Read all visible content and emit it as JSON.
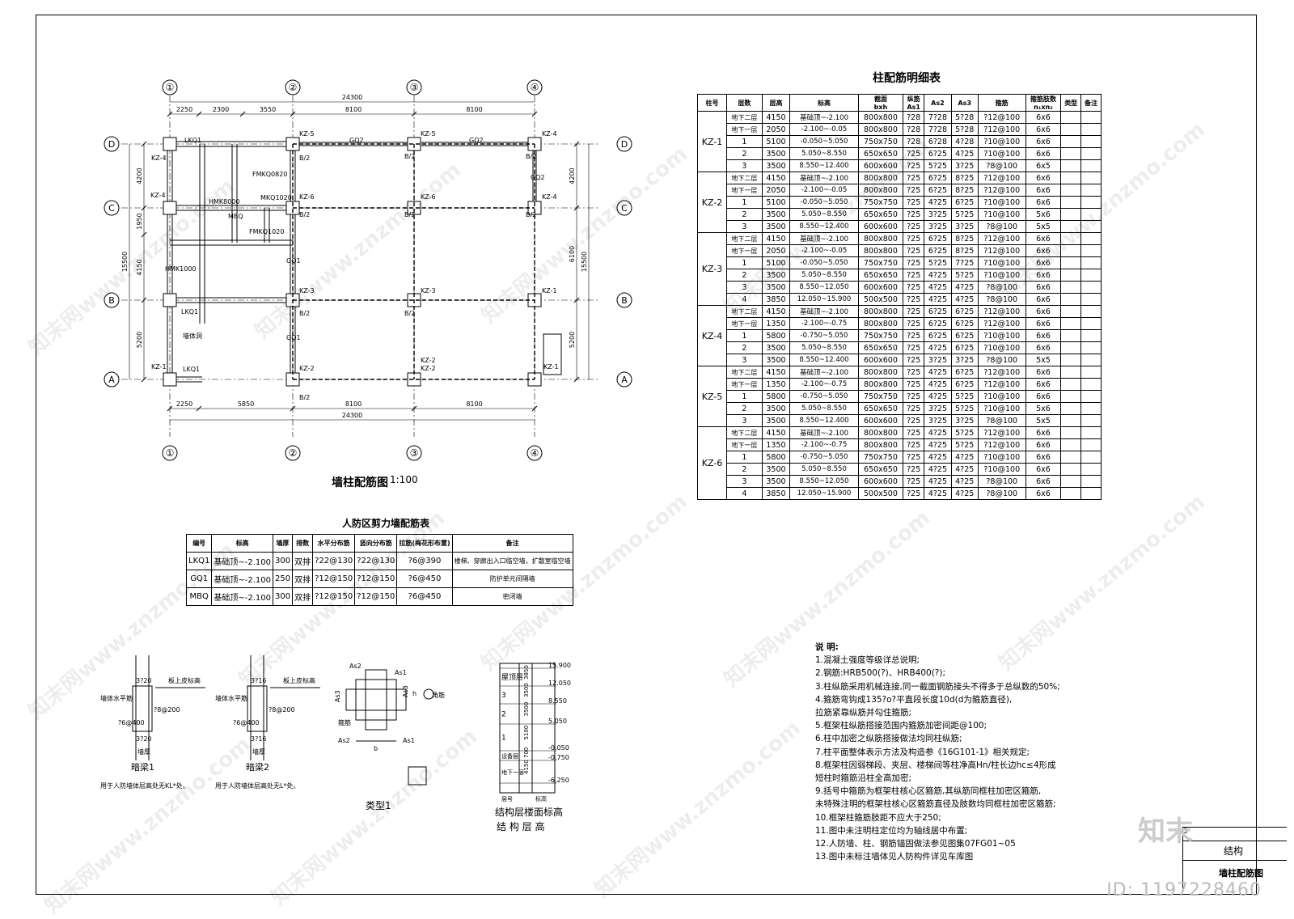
{
  "plan": {
    "title": "墙柱配筋图",
    "scale": "1:100",
    "axes_x": [
      "①",
      "②",
      "③",
      "④"
    ],
    "axes_y": [
      "D",
      "C",
      "B",
      "A"
    ],
    "dim_top_total": "24300",
    "dim_top": [
      "2250",
      "2300",
      "3550",
      "8100",
      "8100"
    ],
    "dim_bottom_total": "24300",
    "dim_bottom": [
      "2250",
      "5850",
      "8100",
      "8100"
    ],
    "dim_left_total": "15500",
    "dim_left": [
      "4200",
      "1950",
      "4150",
      "5200"
    ],
    "dim_right_total": "15500",
    "dim_right": [
      "4200",
      "6100",
      "5200"
    ],
    "labels": [
      "KZ-5",
      "KZ-4",
      "KZ-6",
      "KZ-4",
      "KZ-3",
      "KZ-1",
      "KZ-2",
      "KZ-2",
      "KZ-1",
      "GQ2",
      "GQ2",
      "GQ1",
      "GQ1",
      "GQ2",
      "LKQ1",
      "LKQ1",
      "LKQ1",
      "MBQ",
      "HMK1000",
      "HMK8000",
      "MKQ1020",
      "FMKQ0820",
      "FMKQ1020",
      "KZ-4",
      "KZ-4",
      "KZ-1",
      "KZ-5",
      "KZ-6",
      "KZ-3",
      "KZ-2",
      "B/2",
      "B/2",
      "B/2",
      "B/2",
      "B/2",
      "B/2",
      "B/2",
      "B/2",
      "B/2",
      "墙体洞"
    ]
  },
  "column_table": {
    "title": "柱配筋明细表",
    "headers": [
      "柱号",
      "层数",
      "层高",
      "标高",
      "截面\nbxh",
      "纵筋\nAs1",
      "As2",
      "As3",
      "箍筋",
      "箍筋肢数\nn₁xn₂",
      "类型",
      "备注"
    ],
    "groups": [
      {
        "name": "KZ-1",
        "rows": [
          [
            "地下二层",
            "4150",
            "基础顶~-2.100",
            "800x800",
            "?28",
            "7?28",
            "5?28",
            "?12@100",
            "6x6"
          ],
          [
            "地下一层",
            "2050",
            "-2.100~-0.05",
            "800x800",
            "?28",
            "7?28",
            "5?28",
            "?12@100",
            "6x6"
          ],
          [
            "1",
            "5100",
            "-0.050~5.050",
            "750x750",
            "?28",
            "6?28",
            "4?28",
            "?10@100",
            "6x6"
          ],
          [
            "2",
            "3500",
            "5.050~8.550",
            "650x650",
            "?25",
            "6?25",
            "4?25",
            "?10@100",
            "6x6"
          ],
          [
            "3",
            "3500",
            "8.550~12.400",
            "600x600",
            "?25",
            "5?25",
            "3?25",
            "?8@100",
            "6x5"
          ]
        ]
      },
      {
        "name": "KZ-2",
        "rows": [
          [
            "地下二层",
            "4150",
            "基础顶~-2.100",
            "800x800",
            "?25",
            "6?25",
            "8?25",
            "?12@100",
            "6x6"
          ],
          [
            "地下一层",
            "2050",
            "-2.100~-0.05",
            "800x800",
            "?25",
            "6?25",
            "8?25",
            "?12@100",
            "6x6"
          ],
          [
            "1",
            "5100",
            "-0.050~5.050",
            "750x750",
            "?25",
            "4?25",
            "6?25",
            "?10@100",
            "6x6"
          ],
          [
            "2",
            "3500",
            "5.050~8.550",
            "650x650",
            "?25",
            "3?25",
            "5?25",
            "?10@100",
            "5x6"
          ],
          [
            "3",
            "3500",
            "8.550~12.400",
            "600x600",
            "?25",
            "3?25",
            "3?25",
            "?8@100",
            "5x5"
          ]
        ]
      },
      {
        "name": "KZ-3",
        "rows": [
          [
            "地下二层",
            "4150",
            "基础顶~-2.100",
            "800x800",
            "?25",
            "6?25",
            "8?25",
            "?12@100",
            "6x6"
          ],
          [
            "地下一层",
            "2050",
            "-2.100~-0.05",
            "800x800",
            "?25",
            "6?25",
            "8?25",
            "?12@100",
            "6x6"
          ],
          [
            "1",
            "5100",
            "-0.050~5.050",
            "750x750",
            "?25",
            "5?25",
            "7?25",
            "?10@100",
            "6x6"
          ],
          [
            "2",
            "3500",
            "5.050~8.550",
            "650x650",
            "?25",
            "4?25",
            "5?25",
            "?10@100",
            "6x6"
          ],
          [
            "3",
            "3500",
            "8.550~12.050",
            "600x600",
            "?25",
            "4?25",
            "4?25",
            "?8@100",
            "6x6"
          ],
          [
            "4",
            "3850",
            "12.050~15.900",
            "500x500",
            "?25",
            "4?25",
            "4?25",
            "?8@100",
            "6x6"
          ]
        ]
      },
      {
        "name": "KZ-4",
        "rows": [
          [
            "地下二层",
            "4150",
            "基础顶~-2.100",
            "800x800",
            "?25",
            "6?25",
            "6?25",
            "?12@100",
            "6x6"
          ],
          [
            "地下一层",
            "1350",
            "-2.100~-0.75",
            "800x800",
            "?25",
            "6?25",
            "6?25",
            "?12@100",
            "6x6"
          ],
          [
            "1",
            "5800",
            "-0.750~5.050",
            "750x750",
            "?25",
            "6?25",
            "6?25",
            "?10@100",
            "6x6"
          ],
          [
            "2",
            "3500",
            "5.050~8.550",
            "650x650",
            "?25",
            "4?25",
            "6?25",
            "?10@100",
            "6x6"
          ],
          [
            "3",
            "3500",
            "8.550~12.400",
            "600x600",
            "?25",
            "3?25",
            "3?25",
            "?8@100",
            "5x5"
          ]
        ]
      },
      {
        "name": "KZ-5",
        "rows": [
          [
            "地下二层",
            "4150",
            "基础顶~-2.100",
            "800x800",
            "?25",
            "4?25",
            "6?25",
            "?12@100",
            "6x6"
          ],
          [
            "地下一层",
            "1350",
            "-2.100~-0.75",
            "800x800",
            "?25",
            "4?25",
            "6?25",
            "?12@100",
            "6x6"
          ],
          [
            "1",
            "5800",
            "-0.750~5.050",
            "750x750",
            "?25",
            "4?25",
            "5?25",
            "?10@100",
            "6x6"
          ],
          [
            "2",
            "3500",
            "5.050~8.550",
            "650x650",
            "?25",
            "3?25",
            "5?25",
            "?10@100",
            "5x6"
          ],
          [
            "3",
            "3500",
            "8.550~12.400",
            "600x600",
            "?25",
            "3?25",
            "3?25",
            "?8@100",
            "5x5"
          ]
        ]
      },
      {
        "name": "KZ-6",
        "rows": [
          [
            "地下二层",
            "4150",
            "基础顶~-2.100",
            "800x800",
            "?25",
            "4?25",
            "5?25",
            "?12@100",
            "6x6"
          ],
          [
            "地下一层",
            "1350",
            "-2.100~-0.75",
            "800x800",
            "?25",
            "4?25",
            "5?25",
            "?12@100",
            "6x6"
          ],
          [
            "1",
            "5800",
            "-0.750~5.050",
            "750x750",
            "?25",
            "4?25",
            "4?25",
            "?10@100",
            "6x6"
          ],
          [
            "2",
            "3500",
            "5.050~8.550",
            "650x650",
            "?25",
            "4?25",
            "4?25",
            "?10@100",
            "6x6"
          ],
          [
            "3",
            "3500",
            "8.550~12.050",
            "600x600",
            "?25",
            "4?25",
            "4?25",
            "?8@100",
            "6x6"
          ],
          [
            "4",
            "3850",
            "12.050~15.900",
            "500x500",
            "?25",
            "4?25",
            "4?25",
            "?8@100",
            "6x6"
          ]
        ]
      }
    ]
  },
  "wall_table": {
    "title": "人防区剪力墙配筋表",
    "headers": [
      "编号",
      "标高",
      "墙厚",
      "排数",
      "水平分布筋",
      "竖向分布筋",
      "拉筋(梅花形布置)",
      "备注"
    ],
    "rows": [
      [
        "LKQ1",
        "基础顶~-2.100",
        "300",
        "双排",
        "?22@130",
        "?22@130",
        "?6@390",
        "楼梯、穿廊出入口临空墙，扩散室临空墙"
      ],
      [
        "GQ1",
        "基础顶~-2.100",
        "250",
        "双排",
        "?12@150",
        "?12@150",
        "?6@450",
        "防护单元间隔墙"
      ],
      [
        "MBQ",
        "基础顶~-2.100",
        "300",
        "双排",
        "?12@150",
        "?12@150",
        "?6@450",
        "密闭墙"
      ]
    ]
  },
  "details": {
    "beam1": {
      "label": "暗梁1",
      "note": "用于人防墙体层高处无KL*处。",
      "top": "3?20",
      "bottom": "3?20",
      "stirrup": "?8@200",
      "spacing": "?6@400",
      "right": "板上皮标高",
      "left": "墙体水平筋",
      "wall": "墙厚"
    },
    "beam2": {
      "label": "暗梁2",
      "note": "用于人防墙体层高处无L*处。",
      "top": "3?16",
      "bottom": "3?16",
      "stirrup": "?8@200",
      "spacing": "?6@400",
      "right": "板上皮标高",
      "left": "墙体水平筋",
      "wall": "墙厚"
    },
    "type1": {
      "label": "类型1",
      "as1": "As1",
      "as2": "As2",
      "as3": "As3",
      "stirrup": "箍筋",
      "corner": "角筋",
      "h": "h",
      "b": "b"
    },
    "levels": {
      "title1": "结构层楼面标高",
      "title2": "结 构 层 高",
      "elevations": [
        "15.900",
        "12.050",
        "8.550",
        "5.050",
        "-0.050",
        "-0.750",
        "-6.250"
      ],
      "floors": [
        "屋顶层",
        "3",
        "2",
        "1",
        "设备层",
        "地下一层"
      ],
      "heights": [
        "3850",
        "3500",
        "3500",
        "5100",
        "700",
        "4150"
      ],
      "col_floor": "层号",
      "col_elev": "标高"
    }
  },
  "notes": {
    "title": "说 明:",
    "items": [
      "1.混凝土强度等级详总说明;",
      "2.钢筋:HRB500(?)、HRB400(?);",
      "3.柱纵筋采用机械连接,同一截面钢筋接头不得多于总纵数的50%;",
      "4.箍筋弯钩成135?o?平直段长度10d(d为箍筋直径),",
      "  拉筋紧靠纵筋并勾住箍筋;",
      "5.框架柱纵筋搭接范围内箍筋加密间距@100;",
      "6.柱中加密之纵筋搭接做法均同柱纵筋;",
      "7.柱平面整体表示方法及构造参《16G101-1》相关规定;",
      "8.框架柱因弱梯段、夹层、楼梯间等柱净高Hn/柱长边hc≤4形成",
      "  短柱时箍筋沿柱全高加密;",
      "9.括号中箍筋为框架柱核心区箍筋,其纵筋同框柱加密区箍筋,",
      "  未特殊注明的框架柱核心区箍筋直径及肢数均同框柱加密区箍筋;",
      "10.框架柱箍筋肢距不应大于250;",
      "11.图中未注明柱定位均为轴线居中布置;",
      "12.人防墙、柱、钢筋锚固做法参见图集07FG01~05",
      "13.图中未标注墙体见人防构件详见车库图"
    ]
  },
  "titleblock": {
    "discipline": "结构",
    "drawing": "墙柱配筋图",
    "stamp": "5"
  },
  "watermark": "知末网www.znzmo.com",
  "logo": "知末",
  "id_text": "ID: 1197228460"
}
